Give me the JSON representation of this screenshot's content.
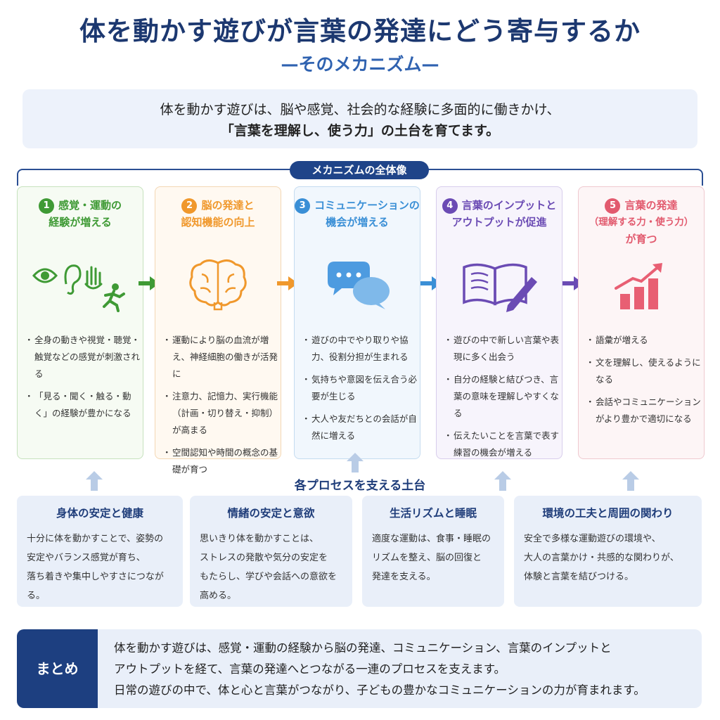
{
  "title": "体を動かす遊びが言葉の発達にどう寄与するか",
  "subtitle": "—そのメカニズム—",
  "intro": {
    "line1": "体を動かす遊びは、脳や感覚、社会的な経験に多面的に働きかけ、",
    "line2": "「言葉を理解し、使う力」の土台を育てます。"
  },
  "overview_label": "メカニズムの全体像",
  "colors": {
    "navy": "#1c3870",
    "step1": "#3f9a35",
    "step2": "#f0982c",
    "step3": "#3a8fd6",
    "step4": "#6b4bb4",
    "step5": "#e25a6e"
  },
  "steps": [
    {
      "num": "1",
      "title1": "感覚・運動の",
      "title2": "経験が増える",
      "icon": "eye-ear-hand-running-icon",
      "bullets": [
        "全身の動きや視覚・聴覚・触覚などの感覚が刺激される",
        "「見る・聞く・触る・動く」の経験が豊かになる"
      ]
    },
    {
      "num": "2",
      "title1": "脳の発達と",
      "title2": "認知機能の向上",
      "icon": "brain-icon",
      "bullets": [
        "運動により脳の血流が増え、神経細胞の働きが活発に",
        "注意力、記憶力、実行機能（計画・切り替え・抑制）が高まる",
        "空間認知や時間の概念の基礎が育つ"
      ]
    },
    {
      "num": "3",
      "title1": "コミュニケーションの",
      "title2": "機会が増える",
      "icon": "speech-bubbles-icon",
      "bullets": [
        "遊びの中でやり取りや協力、役割分担が生まれる",
        "気持ちや意図を伝え合う必要が生じる",
        "大人や友だちとの会話が自然に増える"
      ]
    },
    {
      "num": "4",
      "title1": "言葉のインプットと",
      "title2": "アウトプットが促進",
      "icon": "book-pen-icon",
      "bullets": [
        "遊びの中で新しい言葉や表現に多く出会う",
        "自分の経験と結びつき、言葉の意味を理解しやすくなる",
        "伝えたいことを言葉で表す練習の機会が増える"
      ]
    },
    {
      "num": "5",
      "title1": "言葉の発達",
      "title2": "（理解する力・使う力）",
      "title3": "が育つ",
      "icon": "growth-chart-icon",
      "bullets": [
        "語彙が増える",
        "文を理解し、使えるようになる",
        "会話やコミュニケーションがより豊かで適切になる"
      ]
    }
  ],
  "foundation_label": "各プロセスを支える土台",
  "foundations": [
    {
      "title": "身体の安定と健康",
      "lines": [
        "十分に体を動かすことで、姿勢の",
        "安定やバランス感覚が育ち、",
        "落ち着きや集中しやすさにつながる。"
      ]
    },
    {
      "title": "情緒の安定と意欲",
      "lines": [
        "思いきり体を動かすことは、",
        "ストレスの発散や気分の安定を",
        "もたらし、学びや会話への意欲を",
        "高める。"
      ]
    },
    {
      "title": "生活リズムと睡眠",
      "lines": [
        "適度な運動は、食事・睡眠の",
        "リズムを整え、脳の回復と",
        "発達を支える。"
      ]
    },
    {
      "title": "環境の工夫と周囲の関わり",
      "lines": [
        "安全で多様な運動遊びの環境や、",
        "大人の言葉かけ・共感的な関わりが、",
        "体験と言葉を結びつける。"
      ]
    }
  ],
  "summary": {
    "label": "まとめ",
    "line1": "体を動かす遊びは、感覚・運動の経験から脳の発達、コミュニケーション、言葉のインプットと",
    "line2": "アウトプットを経て、言葉の発達へとつながる一連のプロセスを支えます。",
    "line3": "日常の遊びの中で、体と心と言葉がつながり、子どもの豊かなコミュニケーションの力が育まれます。"
  }
}
